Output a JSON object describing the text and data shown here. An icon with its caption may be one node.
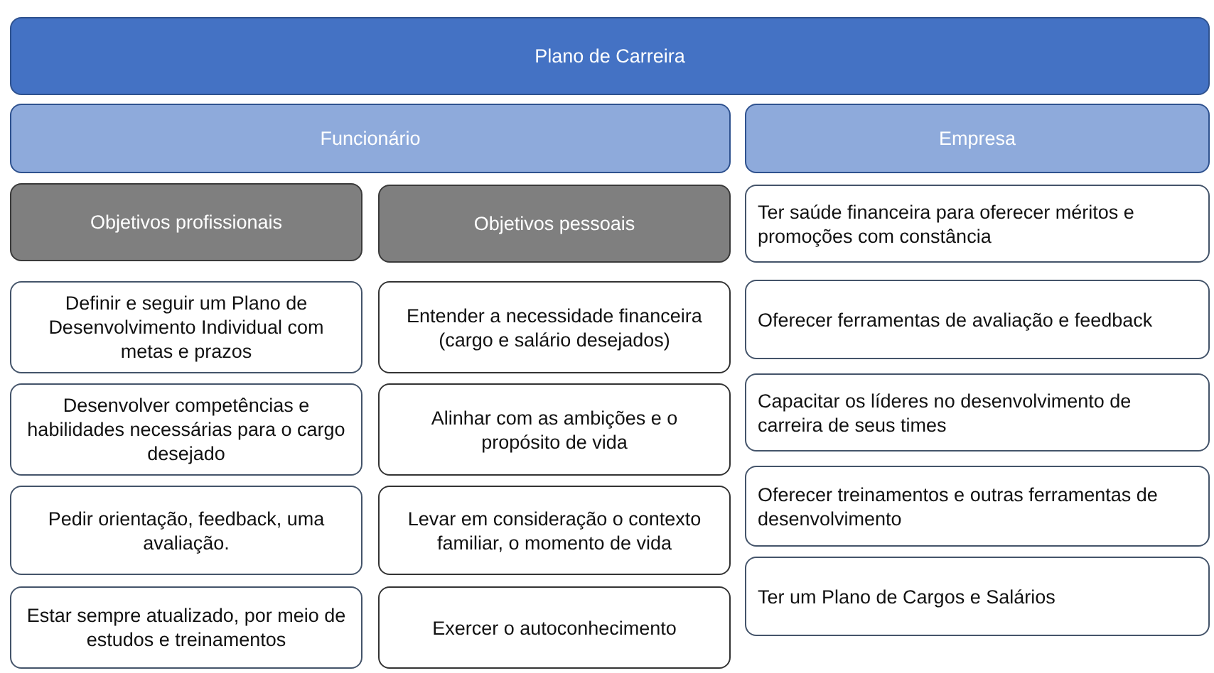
{
  "diagram": {
    "nodes": [
      {
        "text": [
          "Plano de Carreira"
        ]
      },
      {
        "text": [
          "Funcionário"
        ]
      },
      {
        "text": [
          "Empresa"
        ]
      },
      {
        "text": [
          "Objetivos profissionais"
        ]
      },
      {
        "text": [
          "Objetivos pessoais"
        ]
      },
      {
        "text": [
          "Ter saúde financeira para oferecer méritos e promoções com constância"
        ]
      },
      {
        "text": [
          "Definir e seguir um Plano de Desenvolvimento Individual com metas e prazos"
        ]
      },
      {
        "text": [
          "Entender a necessidade financeira (cargo e salário desejados)"
        ]
      },
      {
        "text": [
          "Oferecer ferramentas de avaliação e feedback"
        ]
      },
      {
        "text": [
          "Desenvolver competências e habilidades necessárias para o cargo desejado"
        ]
      },
      {
        "text": [
          "Alinhar com as ambições e o propósito de vida"
        ]
      },
      {
        "text": [
          "Capacitar os líderes no desenvolvimento de carreira de seus times"
        ]
      },
      {
        "text": [
          "Pedir orientação, feedback, uma avaliação."
        ]
      },
      {
        "text": [
          "Levar em consideração o contexto familiar, o momento de vida"
        ]
      },
      {
        "text": [
          "Oferecer treinamentos e outras ferramentas de desenvolvimento"
        ]
      },
      {
        "text": [
          "Estar sempre atualizado, por meio de estudos e treinamentos"
        ]
      },
      {
        "text": [
          "Exercer o autoconhecimento"
        ]
      },
      {
        "text": [
          "Ter um Plano de Cargos e Salários"
        ]
      }
    ]
  }
}
